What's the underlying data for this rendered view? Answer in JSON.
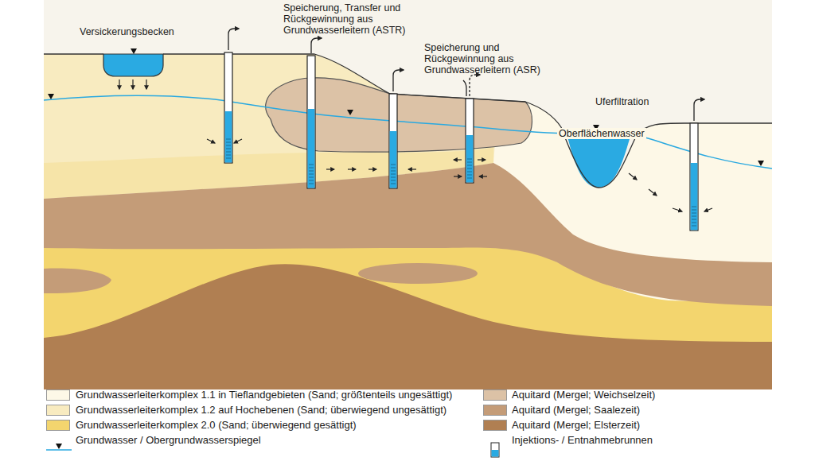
{
  "diagram": {
    "labels": [
      "Versickerungsbecken",
      "Speicherung, Transfer und Rückgewinnung aus Grundwasserleitern (ASTR)",
      "Speicherung und Rückgewinnung aus Grundwasserleitern (ASR)",
      "Uferfiltration",
      "Oberflächenwasser"
    ],
    "legend": [
      {
        "text": "Grundwasserleiterkomplex 1.1 in Tieflandgebieten (Sand; größtenteils ungesättigt)",
        "color": "#fdf8e7"
      },
      {
        "text": "Grundwasserleiterkomplex 1.2 auf Hochebenen (Sand; überwiegend ungesättigt)",
        "color": "#f8ebc0"
      },
      {
        "text": "Grundwasserleiterkomplex 2.0 (Sand; überwiegend gesättigt)",
        "color": "#f3d56e"
      },
      {
        "text": "Grundwasser / Obergrundwasserspiegel"
      },
      {
        "text": "Aquitard (Mergel; Weichselzeit)",
        "color": "#dcc2a6"
      },
      {
        "text": "Aquitard (Mergel; Saalezeit)",
        "color": "#c49c78"
      },
      {
        "text": "Aquitard (Mergel; Elsterzeit)",
        "color": "#b07f52"
      },
      {
        "text": "Injektions- / Entnahmebrunnen"
      }
    ]
  }
}
